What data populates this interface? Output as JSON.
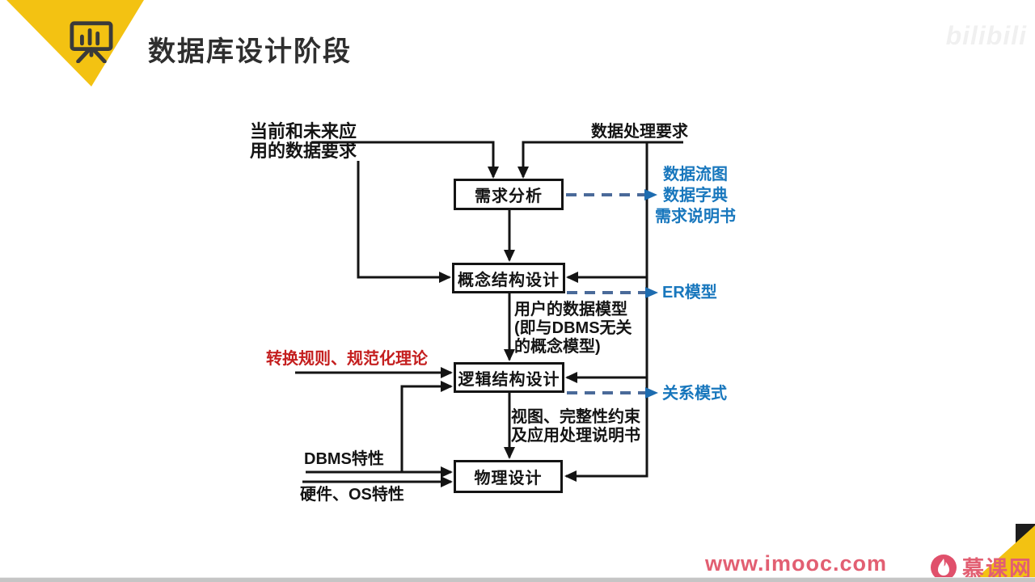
{
  "header": {
    "title": "数据库设计阶段",
    "watermark": "bilibili"
  },
  "diagram": {
    "stage_boxes": {
      "requirements_analysis": "需求分析",
      "conceptual_design": "概念结构设计",
      "logical_design": "逻辑结构设计",
      "physical_design": "物理设计"
    },
    "input_labels": {
      "current_future_requirements": "当前和未来应\n用的数据要求",
      "data_processing_requirements": "数据处理要求",
      "transform_rules": "转换规则、规范化理论",
      "dbms_features": "DBMS特性",
      "hardware_os_features": "硬件、OS特性"
    },
    "intermediate_labels": {
      "user_data_model": "用户的数据模型\n(即与DBMS无关\n的概念模型)",
      "views_constraints": "视图、完整性约束\n及应用处理说明书"
    },
    "output_labels": {
      "requirements_outputs": "数据流图\n数据字典\n需求说明书",
      "er_model": "ER模型",
      "relational_schema": "关系模式"
    },
    "colors": {
      "accent_yellow": "#F3C212",
      "output_blue": "#1877BD",
      "dashed_blue": "#4A6A99",
      "dashed_arrow_blue": "#1D6CB0",
      "input_red": "#C41E1E",
      "line_black": "#141414",
      "imooc_pink": "#E25F72"
    }
  },
  "footer": {
    "website": "www.imooc.com",
    "logo_text": "慕课网"
  }
}
